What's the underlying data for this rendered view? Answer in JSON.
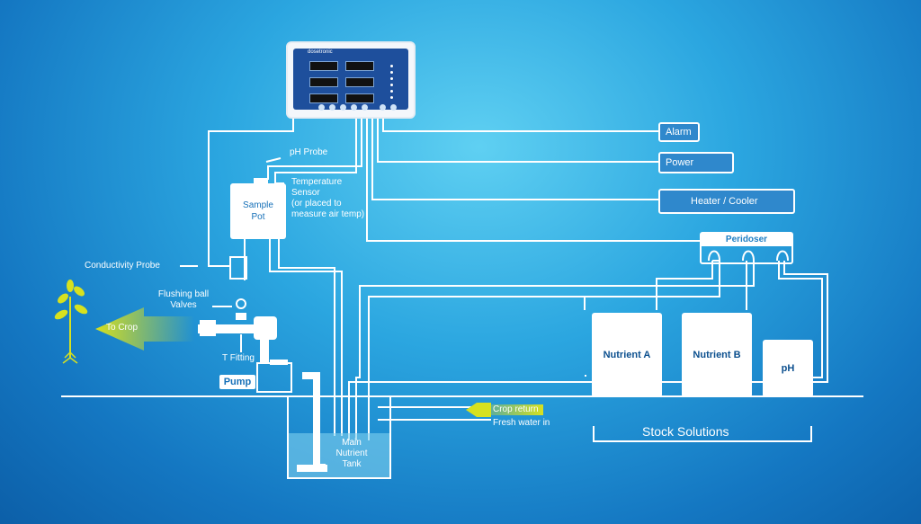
{
  "controller": {
    "brand": "dosetronic"
  },
  "outputs": {
    "alarm": "Alarm",
    "power": "Power",
    "heater_cooler": "Heater / Cooler"
  },
  "peridoser": {
    "label": "Peridoser"
  },
  "tanks": {
    "nutrient_a": "Nutrient A",
    "nutrient_b": "Nutrient B",
    "ph": "pH"
  },
  "stock_solutions": "Stock Solutions",
  "sensors": {
    "ph_probe": "pH Probe",
    "temperature_sensor": [
      "Temperature",
      "Sensor",
      "(or placed to",
      "measure air temp)"
    ],
    "sample_pot": [
      "Sample",
      "Pot"
    ],
    "conductivity_probe": "Conductivity Probe",
    "flushing_valves": [
      "Flushing ball",
      "Valves"
    ],
    "t_fitting": "T Fitting"
  },
  "to_crop": "To Crop",
  "pump": "Pump",
  "main_tank": [
    "Main",
    "Nutrient",
    "Tank"
  ],
  "crop_return": "Crop return",
  "fresh_water_in": "Fresh water in",
  "colors": {
    "bg": "#2ba6e0",
    "line": "#ffffff",
    "accent": "#d7e11f",
    "box": "#2f88cc"
  },
  "icons": [
    "plant-icon",
    "arrow-left-icon",
    "arrow-right-icon"
  ]
}
